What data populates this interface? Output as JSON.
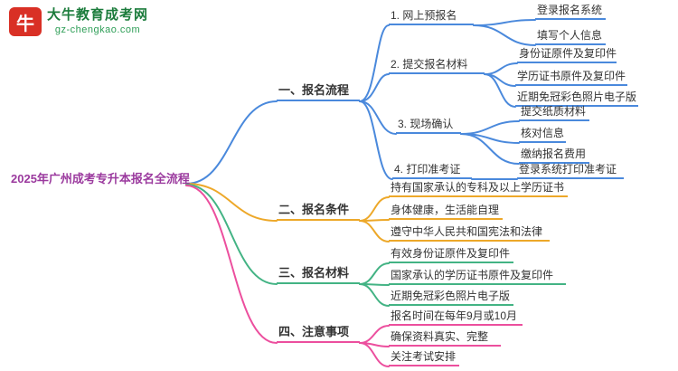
{
  "logo": {
    "icon": "bull-icon",
    "icon_text": "牛",
    "site_name": "大牛教育成考网",
    "site_url": "gz-chengkao.com",
    "brand_red": "#d93025",
    "brand_green": "#1c7c3c"
  },
  "root": {
    "label": "2025年广州成考专升本报名全流程",
    "color": "#9b3a9e"
  },
  "branches": [
    {
      "label": "一、报名流程",
      "color": "#4a89dc",
      "children": [
        {
          "label": "1. 网上预报名",
          "children": [
            {
              "label": "登录报名系统"
            },
            {
              "label": "填写个人信息"
            }
          ]
        },
        {
          "label": "2. 提交报名材料",
          "children": [
            {
              "label": "身份证原件及复印件"
            },
            {
              "label": "学历证书原件及复印件"
            },
            {
              "label": "近期免冠彩色照片电子版"
            }
          ]
        },
        {
          "label": "3. 现场确认",
          "children": [
            {
              "label": "提交纸质材料"
            },
            {
              "label": "核对信息"
            },
            {
              "label": "缴纳报名费用"
            }
          ]
        },
        {
          "label": "4. 打印准考证",
          "children": [
            {
              "label": "登录系统打印准考证"
            }
          ]
        }
      ]
    },
    {
      "label": "二、报名条件",
      "color": "#eda829",
      "children": [
        {
          "label": "持有国家承认的专科及以上学历证书"
        },
        {
          "label": "身体健康，生活能自理"
        },
        {
          "label": "遵守中华人民共和国宪法和法律"
        }
      ]
    },
    {
      "label": "三、报名材料",
      "color": "#43b384",
      "children": [
        {
          "label": "有效身份证原件及复印件"
        },
        {
          "label": "国家承认的学历证书原件及复印件"
        },
        {
          "label": "近期免冠彩色照片电子版"
        }
      ]
    },
    {
      "label": "四、注意事项",
      "color": "#ec4f9e",
      "children": [
        {
          "label": "报名时间在每年9月或10月"
        },
        {
          "label": "确保资料真实、完整"
        },
        {
          "label": "关注考试安排"
        }
      ]
    }
  ]
}
